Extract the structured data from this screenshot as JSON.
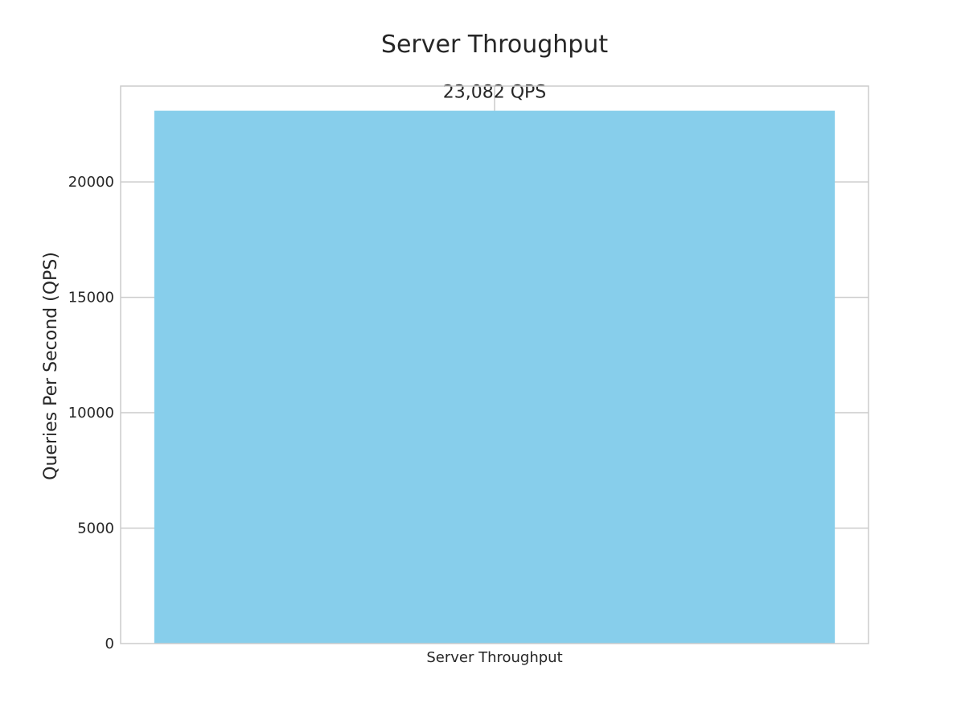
{
  "chart_data": {
    "type": "bar",
    "title": "Server Throughput",
    "xlabel": "",
    "ylabel": "Queries Per Second (QPS)",
    "categories": [
      "Server Throughput"
    ],
    "values": [
      23082
    ],
    "data_labels": [
      "23,082 QPS"
    ],
    "ylim": [
      0,
      24150
    ],
    "yticks": [
      0,
      5000,
      10000,
      15000,
      20000
    ],
    "ytick_labels": [
      "0",
      "5000",
      "10000",
      "15000",
      "20000"
    ],
    "grid": true,
    "bar_color": "#87ceeb",
    "gridline_color": "#cccccc",
    "text_color": "#262626"
  }
}
